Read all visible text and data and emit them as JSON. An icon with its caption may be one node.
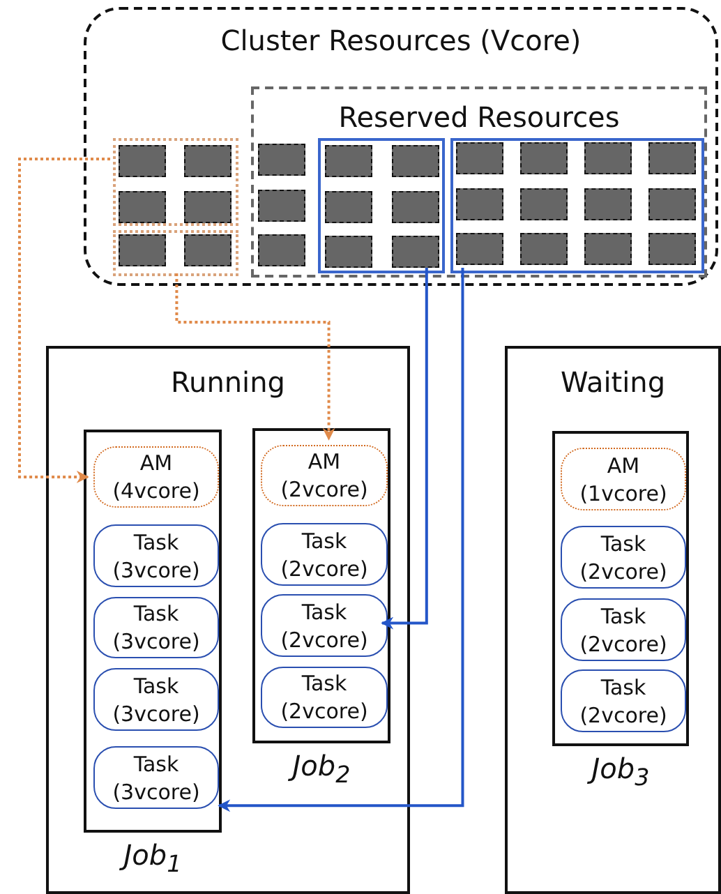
{
  "diagram": {
    "nodes": [
      {
        "text": [
          "Cluster Resources (Vcore)"
        ]
      },
      {
        "text": [],
        "shape": "box",
        "in": 0
      },
      {
        "text": [],
        "shape": "box",
        "in": 0
      },
      {
        "text": [
          "Reserved Resources"
        ],
        "in": 0
      },
      {
        "text": [],
        "shape": "box",
        "in": 3
      },
      {
        "text": [],
        "shape": "box",
        "in": 3
      },
      {
        "text": [
          "Running"
        ]
      },
      {
        "text": [
          "Job$_{1}$"
        ],
        "in": 6
      },
      {
        "text": [
          "AM (4vcore)"
        ],
        "in": 7
      },
      {
        "text": [
          "Task (3vcore)"
        ],
        "in": 7
      },
      {
        "text": [
          "Task (3vcore)"
        ],
        "in": 7
      },
      {
        "text": [
          "Task (3vcore)"
        ],
        "in": 7
      },
      {
        "text": [
          "Task (3vcore)"
        ],
        "in": 7
      },
      {
        "text": [
          "Job$_{2}$"
        ],
        "in": 6
      },
      {
        "text": [
          "AM (2vcore)"
        ],
        "in": 13
      },
      {
        "text": [
          "Task (2vcore)"
        ],
        "in": 13
      },
      {
        "text": [
          "Task (2vcore)"
        ],
        "in": 13
      },
      {
        "text": [
          "Task (2vcore)"
        ],
        "in": 13
      },
      {
        "text": [
          "Waiting"
        ]
      },
      {
        "text": [
          "Job$_{3}$"
        ],
        "in": 18
      },
      {
        "text": [
          "AM (1vcore)"
        ],
        "in": 19
      },
      {
        "text": [
          "Task (2vcore)"
        ],
        "in": 19
      },
      {
        "text": [
          "Task (2vcore)"
        ],
        "in": 19
      },
      {
        "text": [
          "Task (2vcore)"
        ],
        "in": 19
      }
    ],
    "edges": [
      {
        "from": 1,
        "to": 8,
        "arrow": "to",
        "style": "dashed",
        "color": "#e08a4a"
      },
      {
        "from": 2,
        "to": 14,
        "arrow": "to",
        "style": "dashed",
        "color": "#e08a4a"
      },
      {
        "from": 4,
        "to": 16,
        "arrow": "to",
        "color": "#2456c8"
      },
      {
        "from": 5,
        "to": 7,
        "arrow": "to",
        "color": "#2456c8"
      }
    ]
  }
}
